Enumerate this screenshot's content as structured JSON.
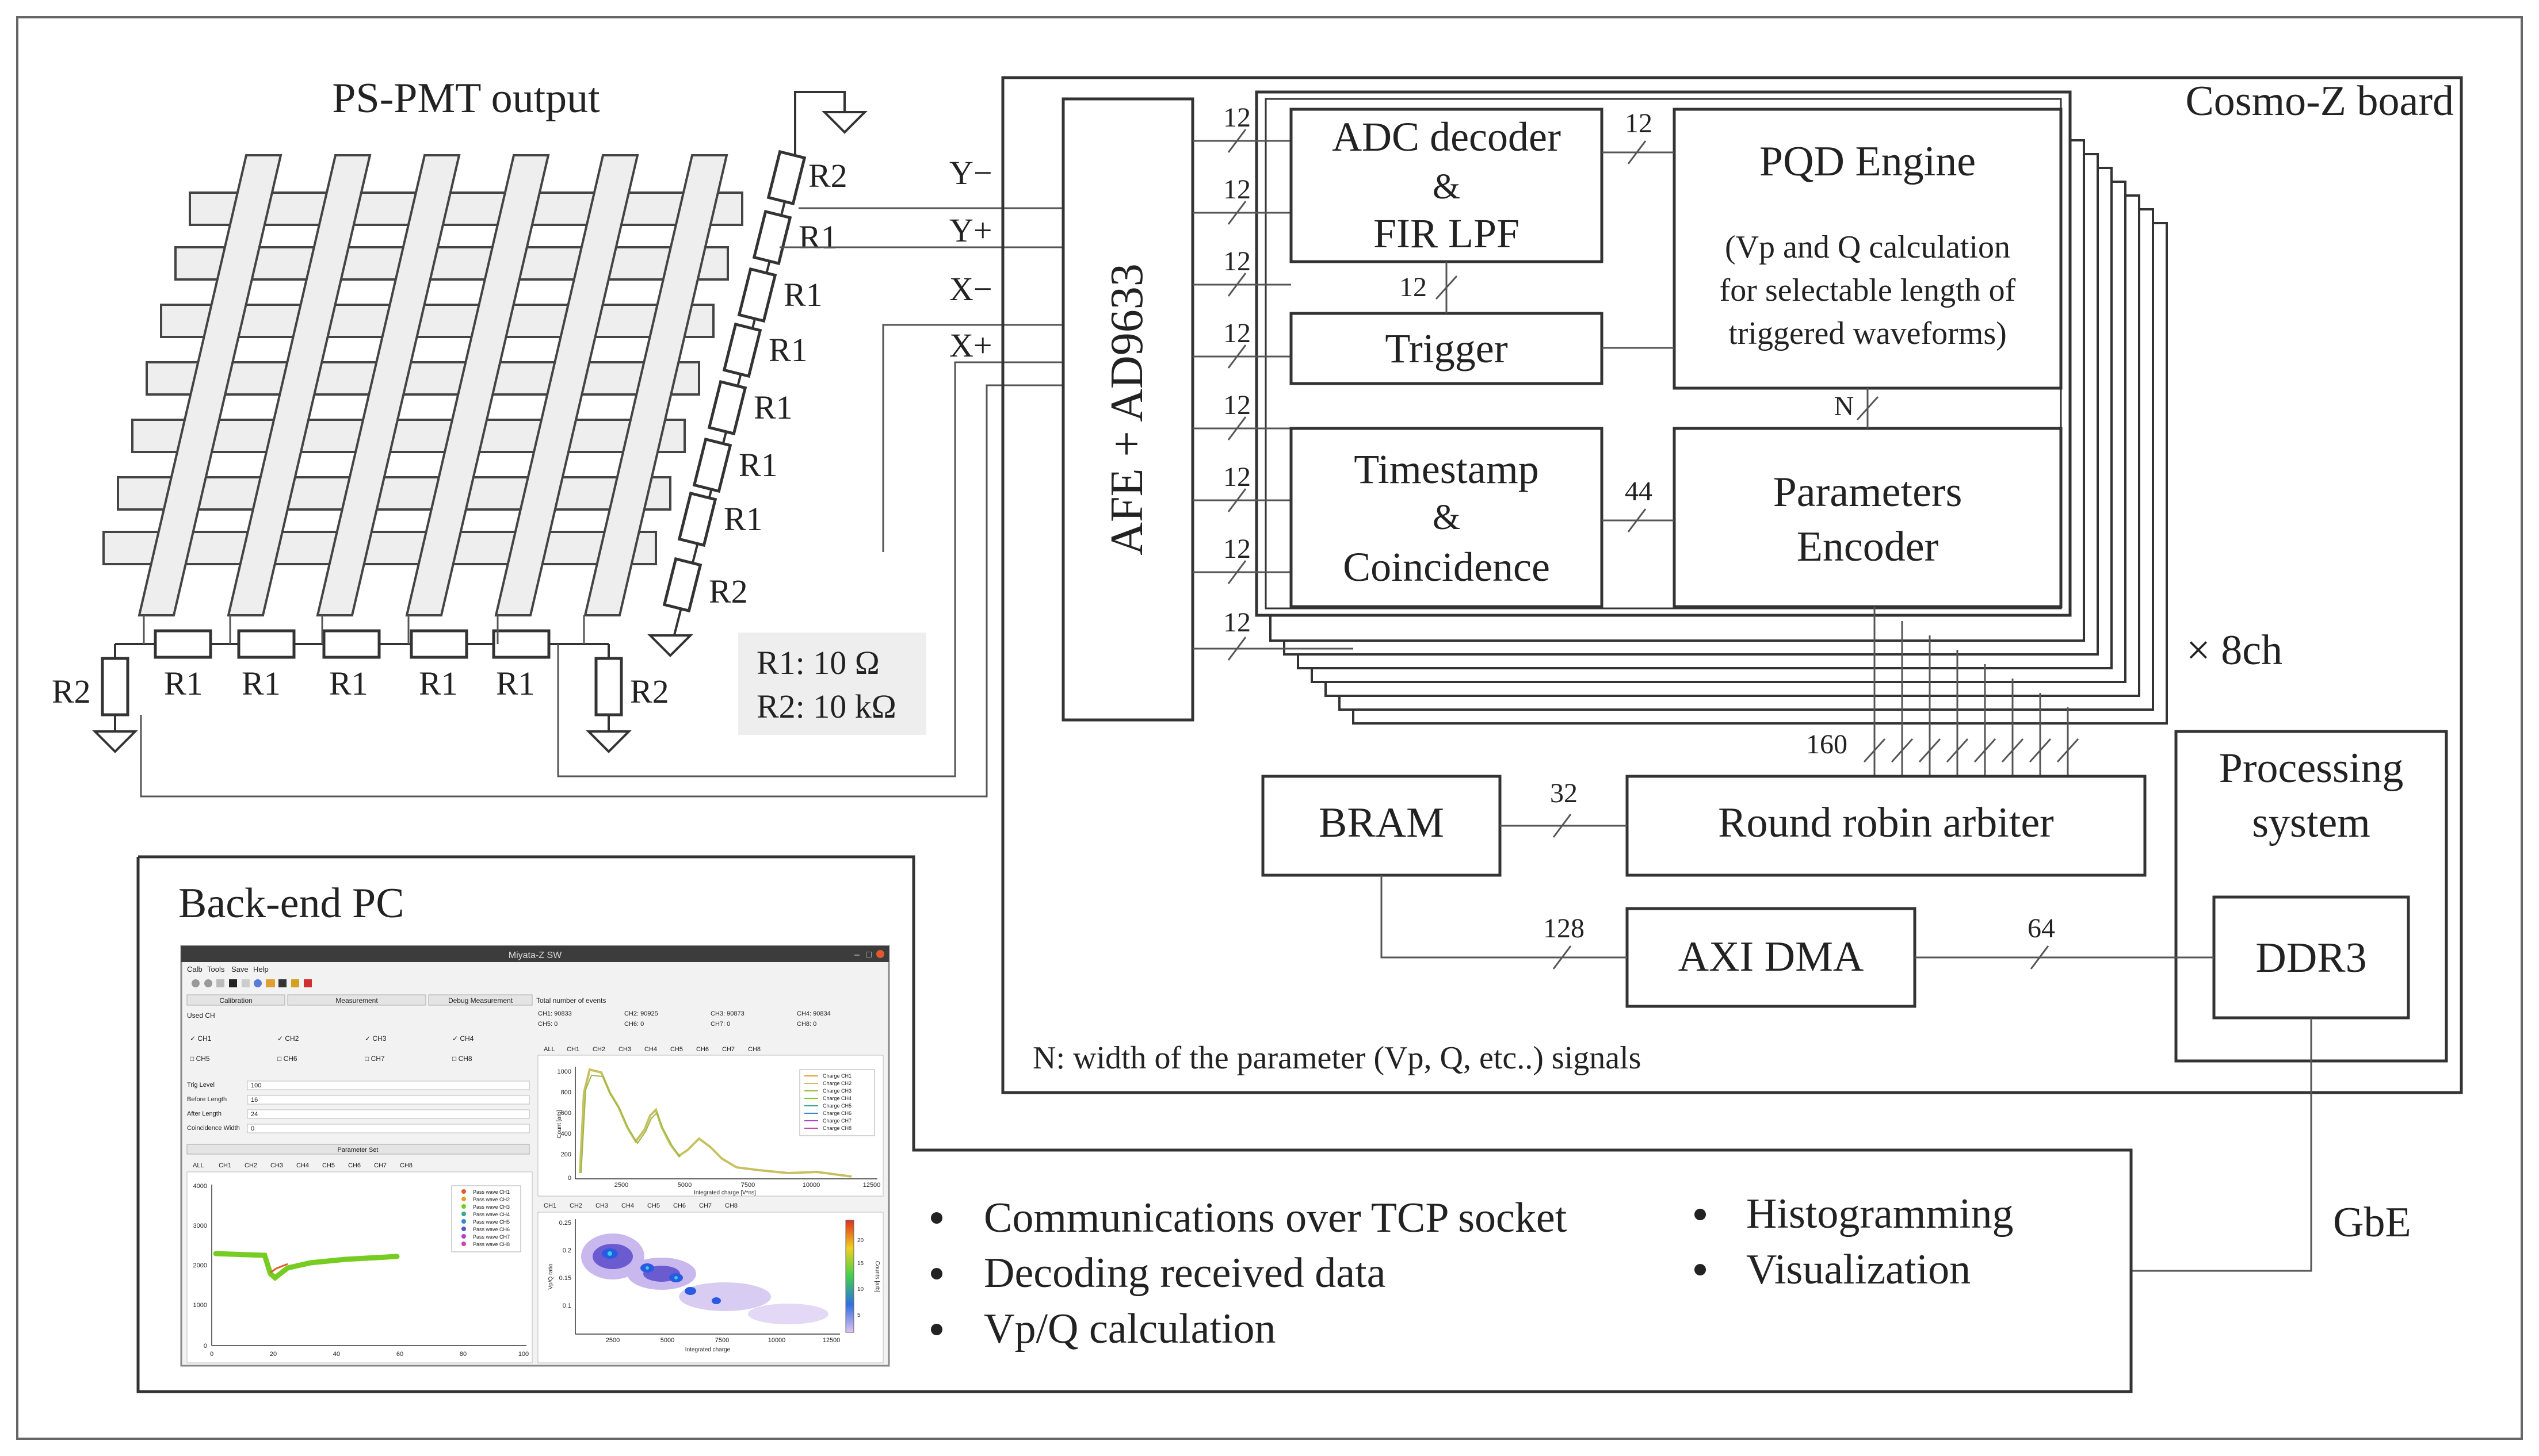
{
  "outer": {},
  "pmt": {
    "title": "PS-PMT output",
    "r1_label": "R1",
    "r2_label": "R2",
    "legend_r1": "R1: 10 Ω",
    "legend_r2": "R2: 10 kΩ",
    "signals": [
      "Y−",
      "Y+",
      "X−",
      "X+"
    ]
  },
  "board": {
    "title": "Cosmo-Z board",
    "afe": "AFE + AD9633",
    "adc_line1": "ADC decoder",
    "adc_line2": "&",
    "adc_line3": "FIR LPF",
    "trigger": "Trigger",
    "ts_line1": "Timestamp",
    "ts_line2": "&",
    "ts_line3": "Coincidence",
    "pqd_title": "PQD Engine",
    "pqd_desc1": "(Vp and Q calculation",
    "pqd_desc2": "for selectable length of",
    "pqd_desc3": "triggered waveforms)",
    "enc_line1": "Parameters",
    "enc_line2": "Encoder",
    "x8": "× 8ch",
    "bram": "BRAM",
    "rra": "Round robin arbiter",
    "axi": "AXI DMA",
    "ps_line1": "Processing",
    "ps_line2": "system",
    "ddr": "DDR3",
    "note": "N: width of the parameter (Vp, Q, etc..) signals",
    "w12": "12",
    "w44": "44",
    "wN": "N",
    "w160": "160",
    "w32": "32",
    "w128": "128",
    "w64": "64",
    "gbe": "GbE"
  },
  "pc": {
    "title": "Back-end PC",
    "bullets_left": [
      "Communications over TCP socket",
      "Decoding received data",
      "Vp/Q calculation"
    ],
    "bullets_right": [
      "Histogramming",
      "Visualization"
    ],
    "screenshot": {
      "window_title": "Miyata-Z SW",
      "menu": [
        "Calb",
        "Tools",
        "Save",
        "Help"
      ],
      "tabs_top": [
        "Calibration",
        "Measurement",
        "Debug Measurement"
      ],
      "used_ch": "Used CH",
      "channels": [
        "CH1",
        "CH2",
        "CH3",
        "CH4",
        "CH5",
        "CH6",
        "CH7",
        "CH8"
      ],
      "total_events": "Total number of events",
      "counts": [
        "CH1: 90833",
        "CH2: 90925",
        "CH3: 90873",
        "CH4: 90834",
        "CH5: 0",
        "CH6: 0",
        "CH7: 0",
        "CH8: 0"
      ],
      "fields": [
        {
          "label": "Trig Level",
          "value": "100"
        },
        {
          "label": "Before Length",
          "value": "16"
        },
        {
          "label": "After Length",
          "value": "24"
        },
        {
          "label": "Coincidence Width",
          "value": "0"
        }
      ],
      "param_set": "Parameter Set",
      "all_tab": "ALL",
      "hist_xlabel": "Integrated charge [V*ns]",
      "hist_ylabel": "Count [arb]",
      "scatter_xlabel": "Integrated charge",
      "scatter_ylabel": "Vp/Q ratio",
      "scatter_cbar": "Counts [arb]",
      "wave_legend": [
        "Pass wave CH1",
        "Pass wave CH2",
        "Pass wave CH3",
        "Pass wave CH4",
        "Pass wave CH5",
        "Pass wave CH6",
        "Pass wave CH7",
        "Pass wave CH8"
      ],
      "hist_legend": [
        "Charge CH1",
        "Charge CH2",
        "Charge CH3",
        "Charge CH4",
        "Charge CH5",
        "Charge CH6",
        "Charge CH7",
        "Charge CH8"
      ],
      "wave_yticks": [
        "4000",
        "3000",
        "2000",
        "1000",
        "0"
      ],
      "wave_xticks": [
        "0",
        "20",
        "40",
        "60",
        "80",
        "100"
      ],
      "hist_yticks": [
        "1000",
        "800",
        "600",
        "400",
        "200",
        "0"
      ],
      "hist_xticks": [
        "2500",
        "5000",
        "7500",
        "10000",
        "12500"
      ],
      "sc_yticks": [
        "0.25",
        "0.2",
        "0.15",
        "0.1"
      ],
      "sc_xticks": [
        "2500",
        "5000",
        "7500",
        "10000",
        "12500"
      ],
      "cbar_ticks": [
        "20",
        "15",
        "10",
        "5"
      ]
    }
  },
  "colors": {
    "line": "#333333",
    "bar_fill": "#eeeeee",
    "legend_bg": "#eeeeee"
  }
}
